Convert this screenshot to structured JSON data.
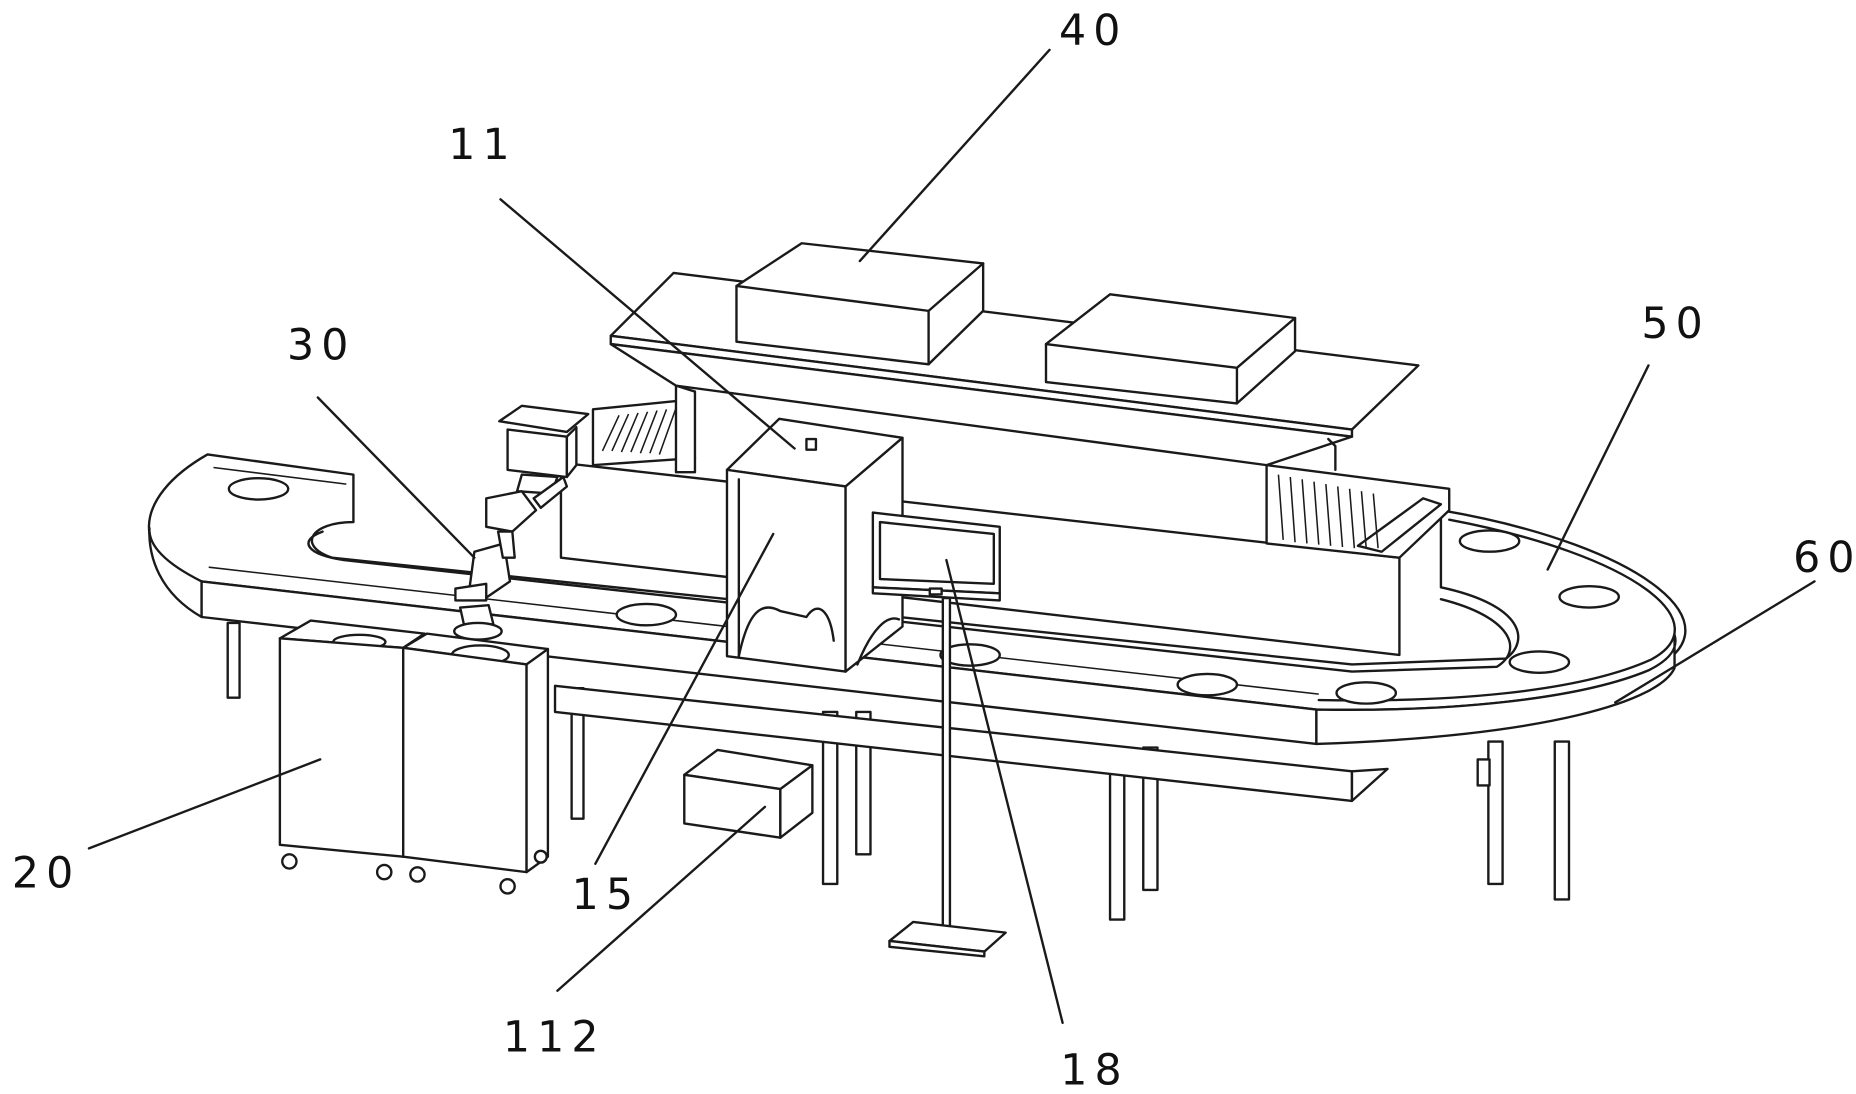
{
  "labels": {
    "l40": "40",
    "l11": "11",
    "l30": "30",
    "l50": "50",
    "l60": "60",
    "l20": "20",
    "l15": "15",
    "l112": "112",
    "l18": "18"
  }
}
